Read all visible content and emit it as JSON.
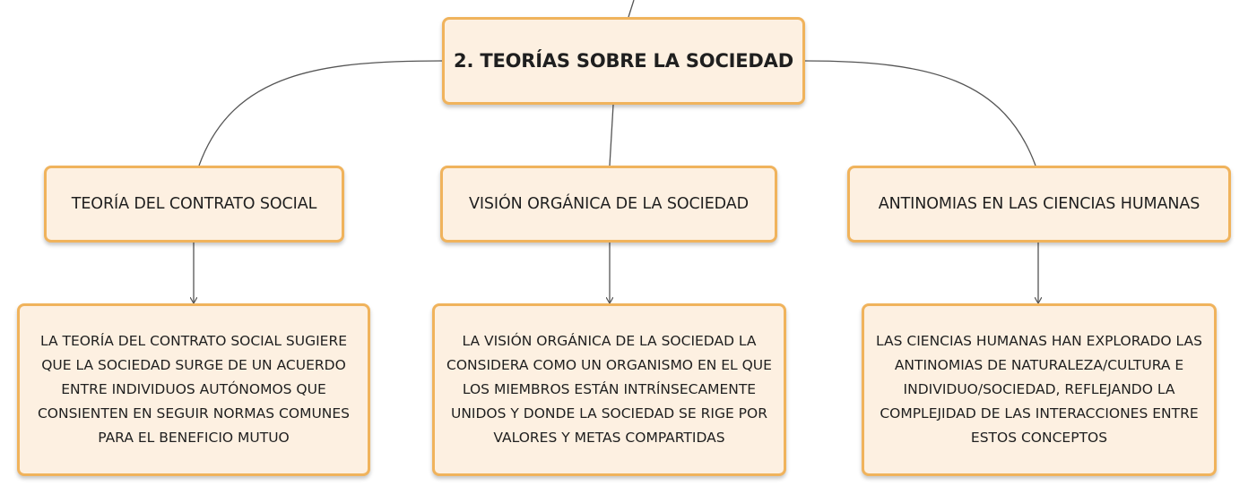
{
  "root": {
    "label": "2. TEORÍAS SOBRE LA SOCIEDAD"
  },
  "topics": [
    {
      "label": "TEORÍA DEL CONTRATO SOCIAL",
      "description": "LA TEORÍA DEL CONTRATO SOCIAL SUGIERE QUE LA SOCIEDAD SURGE DE UN ACUERDO ENTRE INDIVIDUOS AUTÓNOMOS QUE CONSIENTEN EN SEGUIR NORMAS COMUNES PARA EL BENEFICIO MUTUO"
    },
    {
      "label": "VISIÓN ORGÁNICA DE LA SOCIEDAD",
      "description": "LA VISIÓN ORGÁNICA DE LA SOCIEDAD LA CONSIDERA COMO UN ORGANISMO EN EL QUE LOS MIEMBROS ESTÁN INTRÍNSECAMENTE UNIDOS Y DONDE LA SOCIEDAD SE RIGE POR VALORES Y METAS COMPARTIDAS"
    },
    {
      "label": "ANTINOMIAS EN LAS CIENCIAS HUMANAS",
      "description": "LAS CIENCIAS HUMANAS HAN EXPLORADO LAS ANTINOMIAS DE NATURALEZA/CULTURA E INDIVIDUO/SOCIEDAD, REFLEJANDO LA COMPLEJIDAD DE LAS INTERACCIONES ENTRE ESTOS CONCEPTOS"
    }
  ],
  "colors": {
    "node_fill": "#fdf0e1",
    "node_border": "#f0b35c",
    "connector": "#555555",
    "text": "#1f1f1f"
  }
}
